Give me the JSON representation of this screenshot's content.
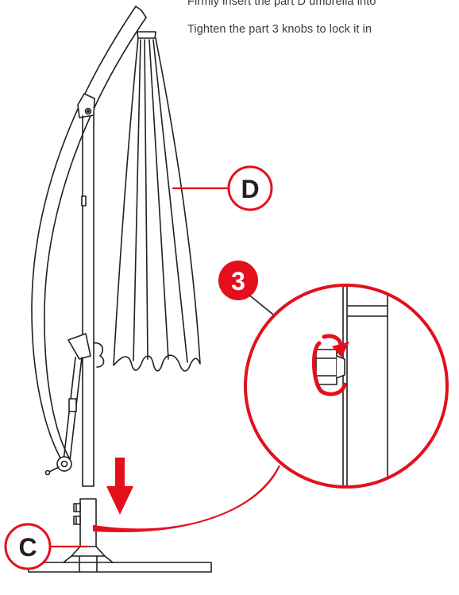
{
  "instructions": {
    "line1": "Firmly insert the part D umbrella into",
    "line2": "Tighten the part 3 knobs to lock it in"
  },
  "labels": {
    "umbrella_part": "D",
    "base_part": "C",
    "knob_part": "3"
  },
  "colors": {
    "accent_red": "#e3101c",
    "line_dark": "#231f20",
    "background": "#ffffff"
  },
  "icons": {
    "arrow": "down-arrow-icon",
    "rotation": "rotate-arrow-icon"
  }
}
